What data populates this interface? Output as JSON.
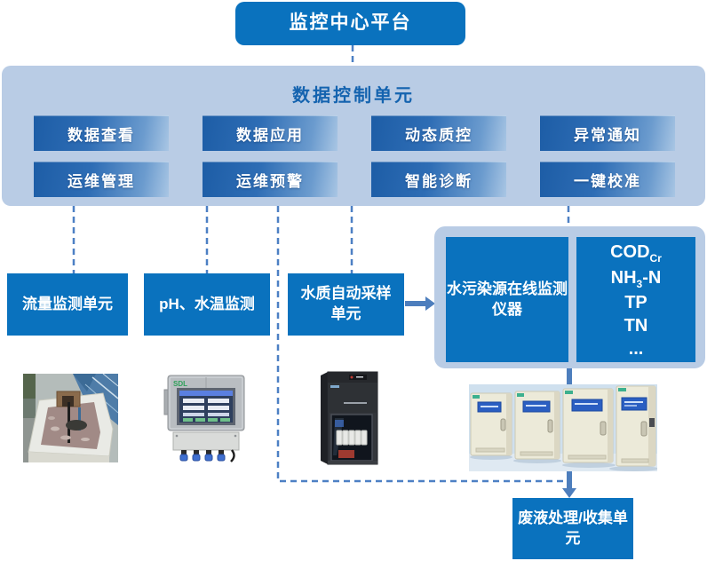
{
  "colors": {
    "primary_blue": "#0a72be",
    "panel_light_blue": "#b9cce5",
    "connector_dashed_blue": "#4d80c4",
    "arrow_solid_blue": "#4d7ebd",
    "panel_title_blue": "#1463af"
  },
  "top_box": {
    "label": "监控中心平台"
  },
  "control_panel": {
    "title": "数据控制单元",
    "buttons": [
      "数据查看",
      "数据应用",
      "动态质控",
      "异常通知",
      "运维管理",
      "运维预警",
      "智能诊断",
      "一键校准"
    ]
  },
  "units": {
    "flow": "流量监测单元",
    "ph_temp": "pH、水温监测",
    "sampler": "水质自动采样单元",
    "analyzer_group": {
      "instrument": "水污染源在线监测仪器",
      "parameters": [
        {
          "text": "COD",
          "sub": "Cr",
          "tail": ""
        },
        {
          "text": "NH",
          "sub": "3",
          "tail": "-N"
        },
        {
          "text": "TP",
          "sub": "",
          "tail": ""
        },
        {
          "text": "TN",
          "sub": "",
          "tail": ""
        },
        {
          "text": "...",
          "sub": "",
          "tail": ""
        }
      ]
    },
    "waste": "废液处理/收集单元"
  },
  "photos": {
    "flow_channel": "flow-channel-photo",
    "controller_brand": "SDL",
    "controller": "ph-temp-controller-photo",
    "sampler_cabinet": "auto-sampler-photo",
    "analyzer_cabinets": "online-analyzers-photo"
  }
}
